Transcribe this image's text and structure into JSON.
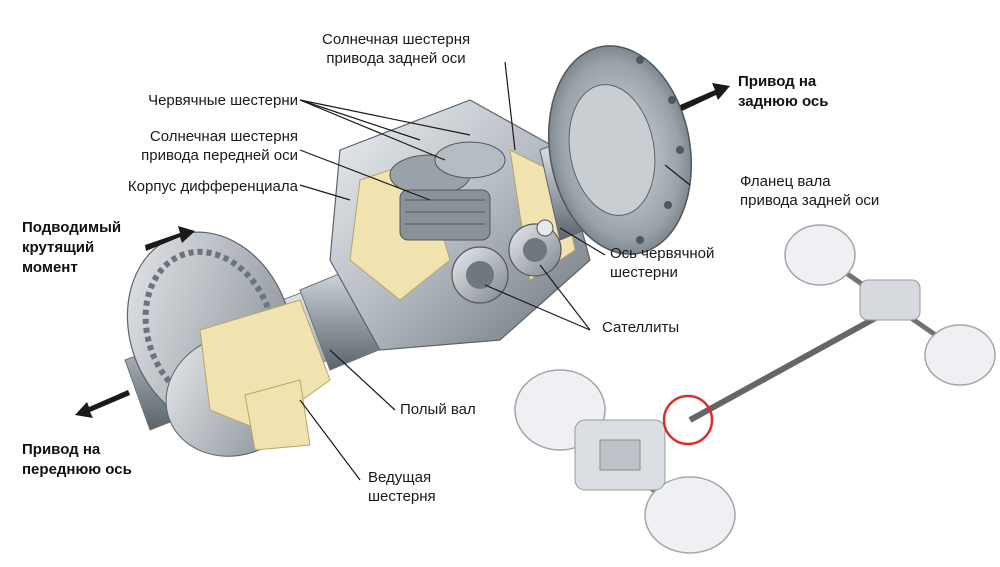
{
  "labels": {
    "sun_rear": [
      "Солнечная шестерня",
      "привода задней оси"
    ],
    "worm_gears": [
      "Червячные шестерни"
    ],
    "sun_front": [
      "Солнечная шестерня",
      "привода передней оси"
    ],
    "housing": [
      "Корпус дифференциала"
    ],
    "input_torque": [
      "Подводимый",
      "крутящий",
      "момент"
    ],
    "front_drive": [
      "Привод на",
      "переднюю ось"
    ],
    "rear_drive": [
      "Привод на",
      "заднюю ось"
    ],
    "flange": [
      "Фланец вала",
      "привода задней оси"
    ],
    "worm_axis": [
      "Ось червячной",
      "шестерни"
    ],
    "satellites": [
      "Сателлиты"
    ],
    "hollow_shaft": [
      "Полый вал"
    ],
    "drive_gear": [
      "Ведущая",
      "шестерня"
    ]
  },
  "colors": {
    "metal_light": "#e6e9ec",
    "metal_mid": "#a9b0b7",
    "metal_dark": "#5b636b",
    "cutaway": "#f1e3b0",
    "highlight_circle": "#d9302a",
    "text": "#1a1a1a",
    "arrow": "#1a1a1a"
  }
}
